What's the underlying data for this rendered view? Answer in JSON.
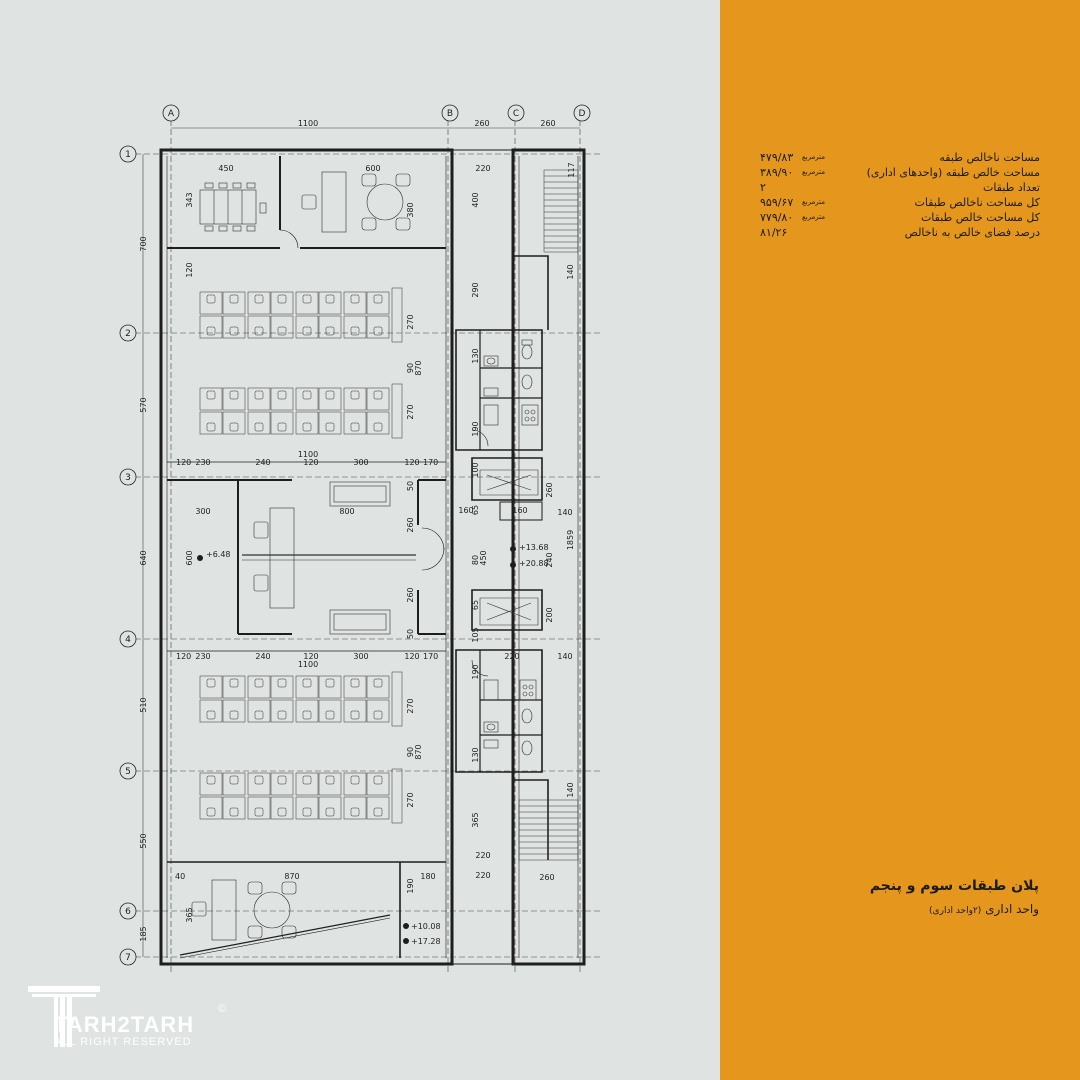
{
  "colors": {
    "background": "#dfe3e1",
    "panel": "#e4971c",
    "line": "#1e1e1e",
    "text": "#1b1b1b",
    "logo": "#ffffff"
  },
  "grid": {
    "columns": [
      "A",
      "B",
      "C",
      "D"
    ],
    "rows": [
      "1",
      "2",
      "3",
      "4",
      "5",
      "6",
      "7"
    ],
    "column_spacing": [
      "1100",
      "260",
      "260"
    ],
    "row_spacing": [
      "700",
      "570",
      "640",
      "510",
      "550",
      "185"
    ]
  },
  "dimensions": {
    "top_room_left": "450",
    "top_room_right": "600",
    "top_room_height": "343",
    "tr_380": "380",
    "tr_400": "400",
    "tr_220": "220",
    "tr_117": "117",
    "work_270": "270",
    "work_90": "90",
    "work_870": "870",
    "work_120": "120",
    "row_a": [
      "120",
      "230",
      "240",
      "1100",
      "120",
      "300",
      "120",
      "170"
    ],
    "row_b": [
      "120",
      "230",
      "240",
      "1100",
      "120",
      "300",
      "120",
      "170"
    ],
    "mid_300": "300",
    "mid_800": "800",
    "mid_600": "600",
    "mid_260": "260",
    "mid_50": "50",
    "core_290": "290",
    "core_130": "130",
    "core_190": "190",
    "core_100": "100",
    "core_160": "160",
    "core_65": "65",
    "core_450": "450",
    "core_80": "80",
    "core_105": "105",
    "core_200": "200",
    "core_1859": "1859",
    "core_240": "240",
    "core_140": "140",
    "core_365": "365",
    "core_180": "180",
    "bottom_870": "870",
    "bottom_365": "365",
    "bottom_40": "40"
  },
  "levels": {
    "main": "+6.48",
    "core_a": "+13.68",
    "core_b": "+20.88",
    "bottom_a": "+10.08",
    "bottom_b": "+17.28"
  },
  "stats": [
    {
      "label": "مساحت ناخالص طبقه",
      "value": "۴۷۹/۸۳",
      "unit": "مترمربع"
    },
    {
      "label": "مساحت خالص طبقه (واحدهای اداری)",
      "value": "۳۸۹/۹۰",
      "unit": "مترمربع"
    },
    {
      "label": "تعداد طبقات",
      "value": "۲",
      "unit": ""
    },
    {
      "label": "کل مساحت ناخالص طبقات",
      "value": "۹۵۹/۶۷",
      "unit": "مترمربع"
    },
    {
      "label": "کل مساحت خالص طبقات",
      "value": "۷۷۹/۸۰",
      "unit": "مترمربع"
    },
    {
      "label": "درصد فضای خالص به ناخالص",
      "value": "۸۱/۲۶",
      "unit": ""
    }
  ],
  "title": "پلان طبقات سوم و پنجم",
  "subtitle_main": "واحد اداری",
  "subtitle_note": "(۲واحد اداری)",
  "logo": {
    "word": "TARH2TARH",
    "rights": "ALL RIGHT RESERVED",
    "copyright": "©"
  }
}
